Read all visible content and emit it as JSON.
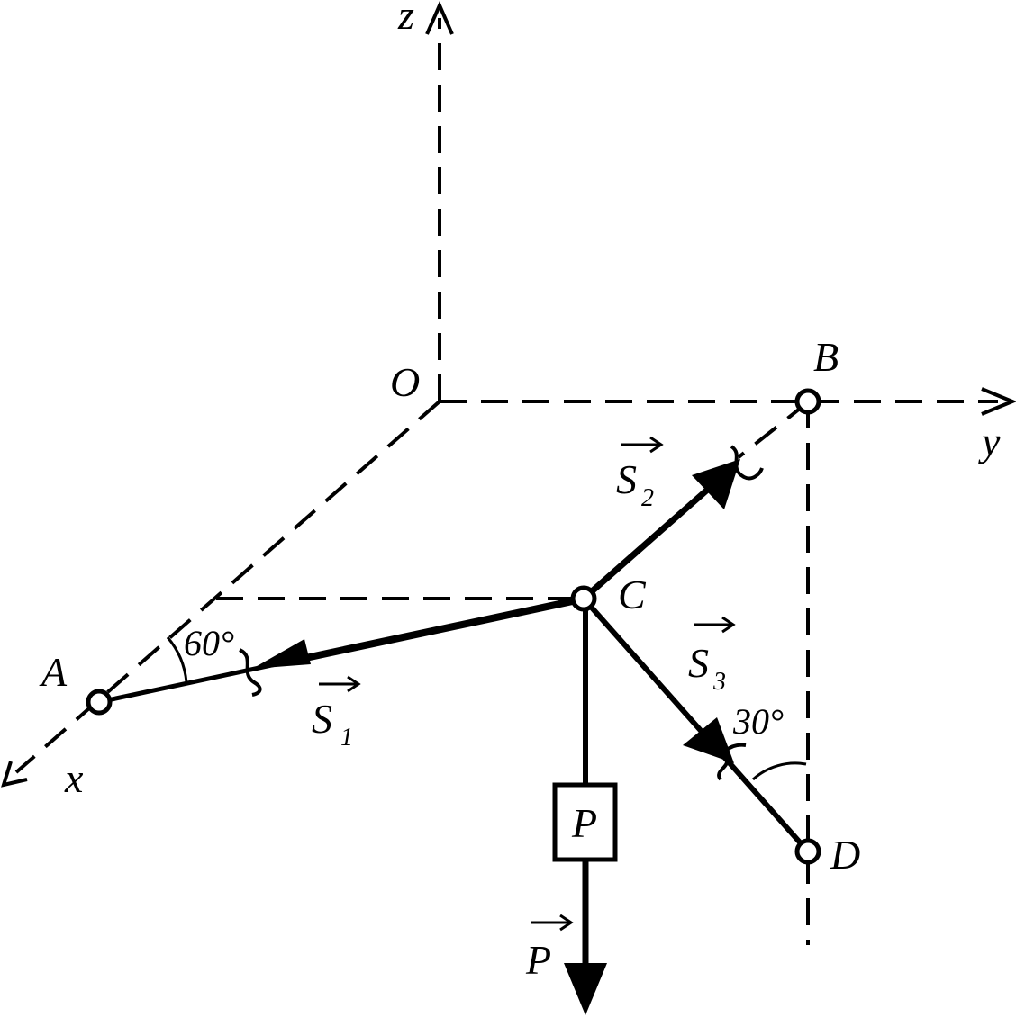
{
  "axes": {
    "x": "x",
    "y": "y",
    "z": "z"
  },
  "origin": "O",
  "points": {
    "A": "A",
    "B": "B",
    "C": "C",
    "D": "D"
  },
  "forces": {
    "s1": {
      "letter": "S",
      "index": "1"
    },
    "s2": {
      "letter": "S",
      "index": "2"
    },
    "s3": {
      "letter": "S",
      "index": "3"
    },
    "p": {
      "letter": "P"
    }
  },
  "load_label": "P",
  "angles": {
    "a60": "60°",
    "a30": "30°"
  }
}
